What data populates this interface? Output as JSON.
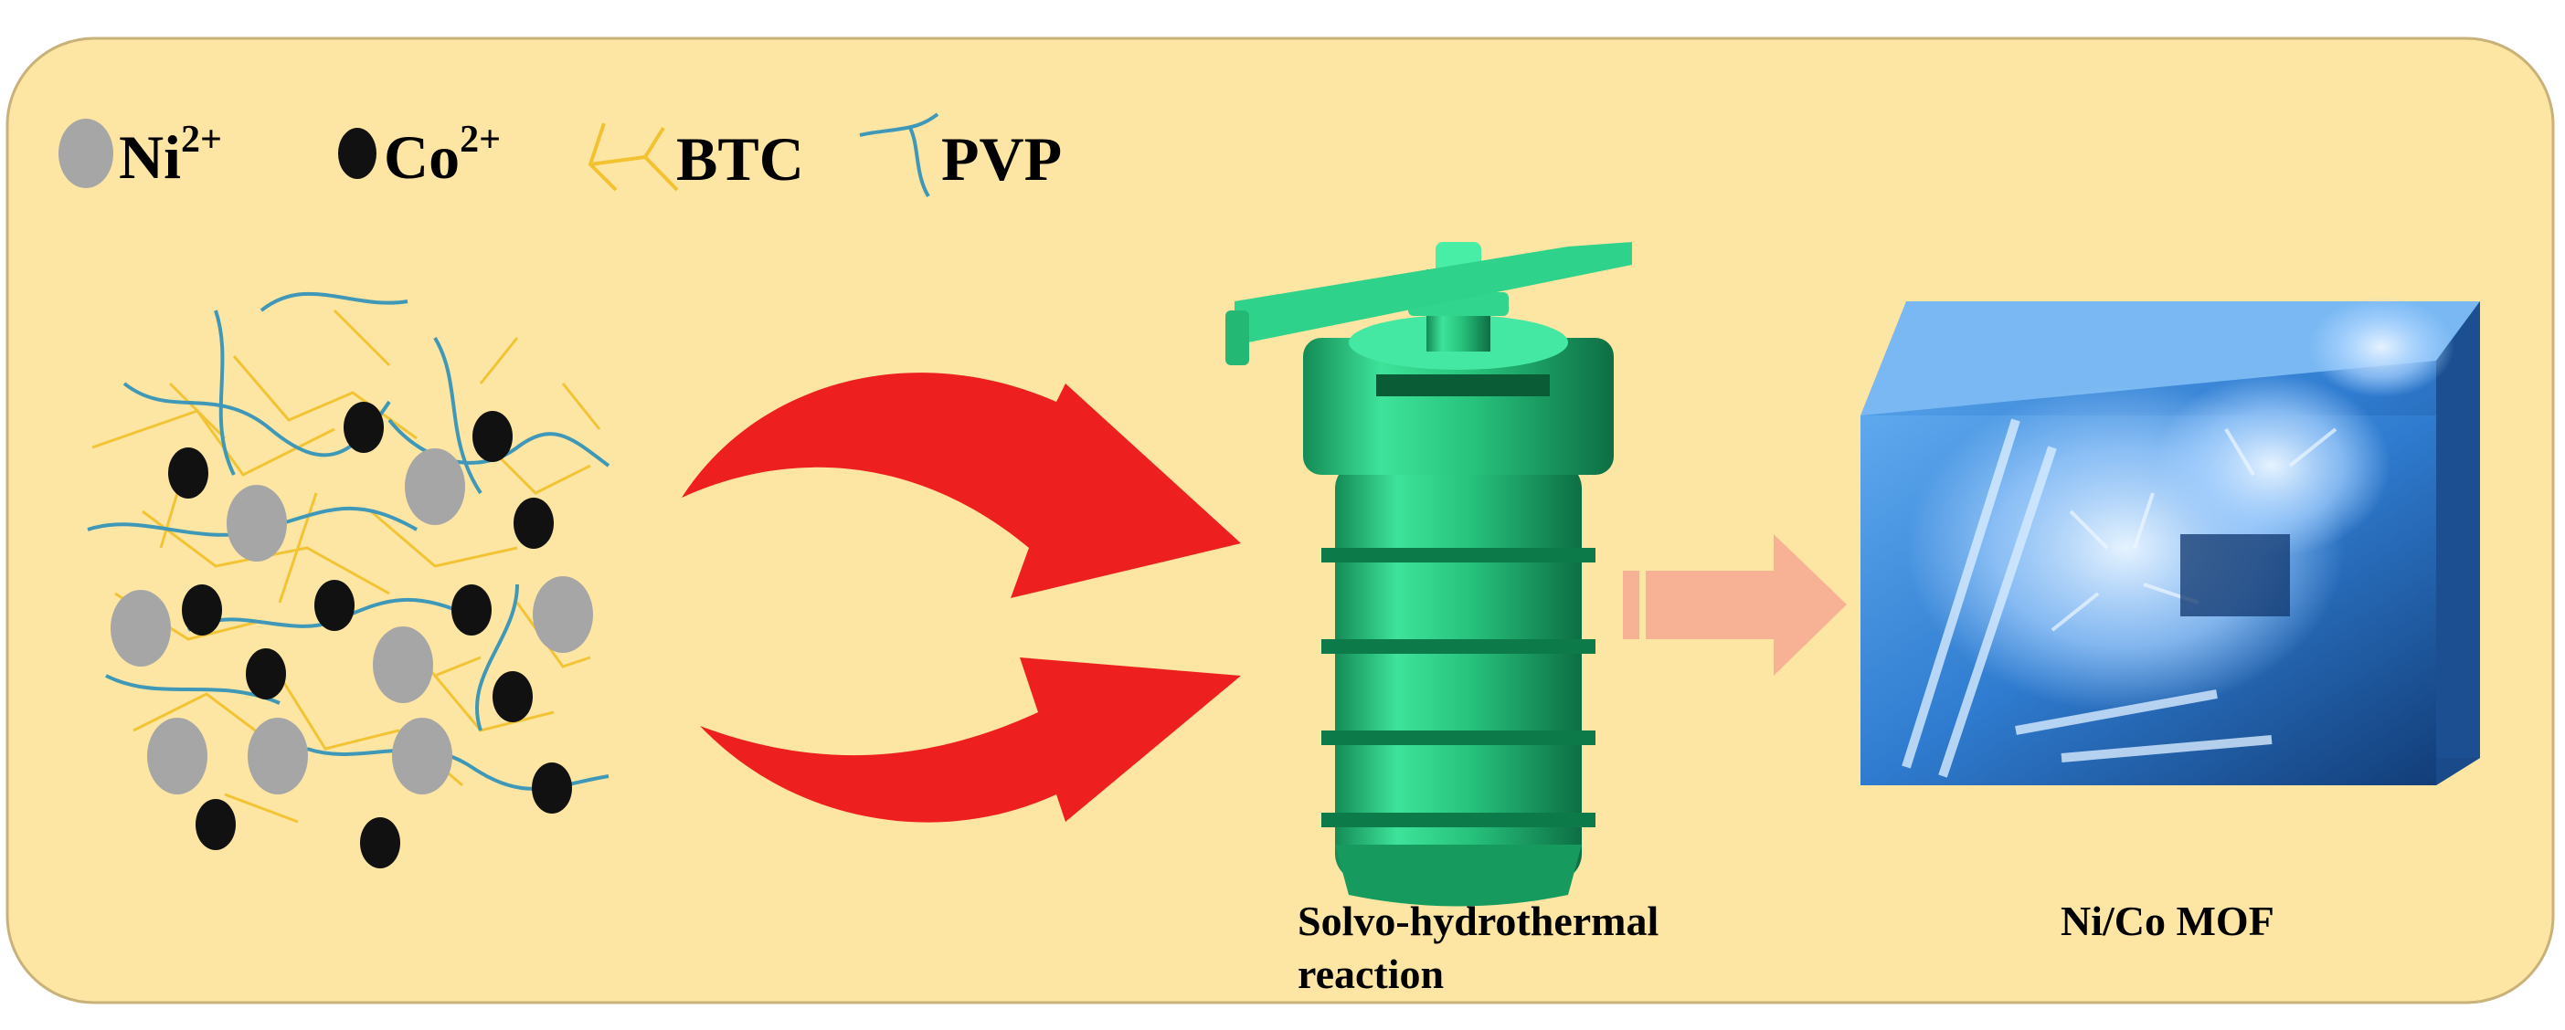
{
  "legend": {
    "ni": {
      "base": "Ni",
      "sup": "2+"
    },
    "co": {
      "base": "Co",
      "sup": "2+"
    },
    "btc": "BTC",
    "pvp": "PVP"
  },
  "captions": {
    "reaction_line1": "Solvo-hydrothermal",
    "reaction_line2": "reaction",
    "product": "Ni/Co MOF"
  },
  "colors": {
    "background": "#fde6a3",
    "ni": "#a6a6a6",
    "co": "#111111",
    "btc": "#f2c230",
    "pvp": "#3f98b8",
    "arrow": "#ee1f1f",
    "autoclave": "#2fd08a",
    "result_arrow": "#f7b295",
    "mof": "#3a86d6"
  }
}
